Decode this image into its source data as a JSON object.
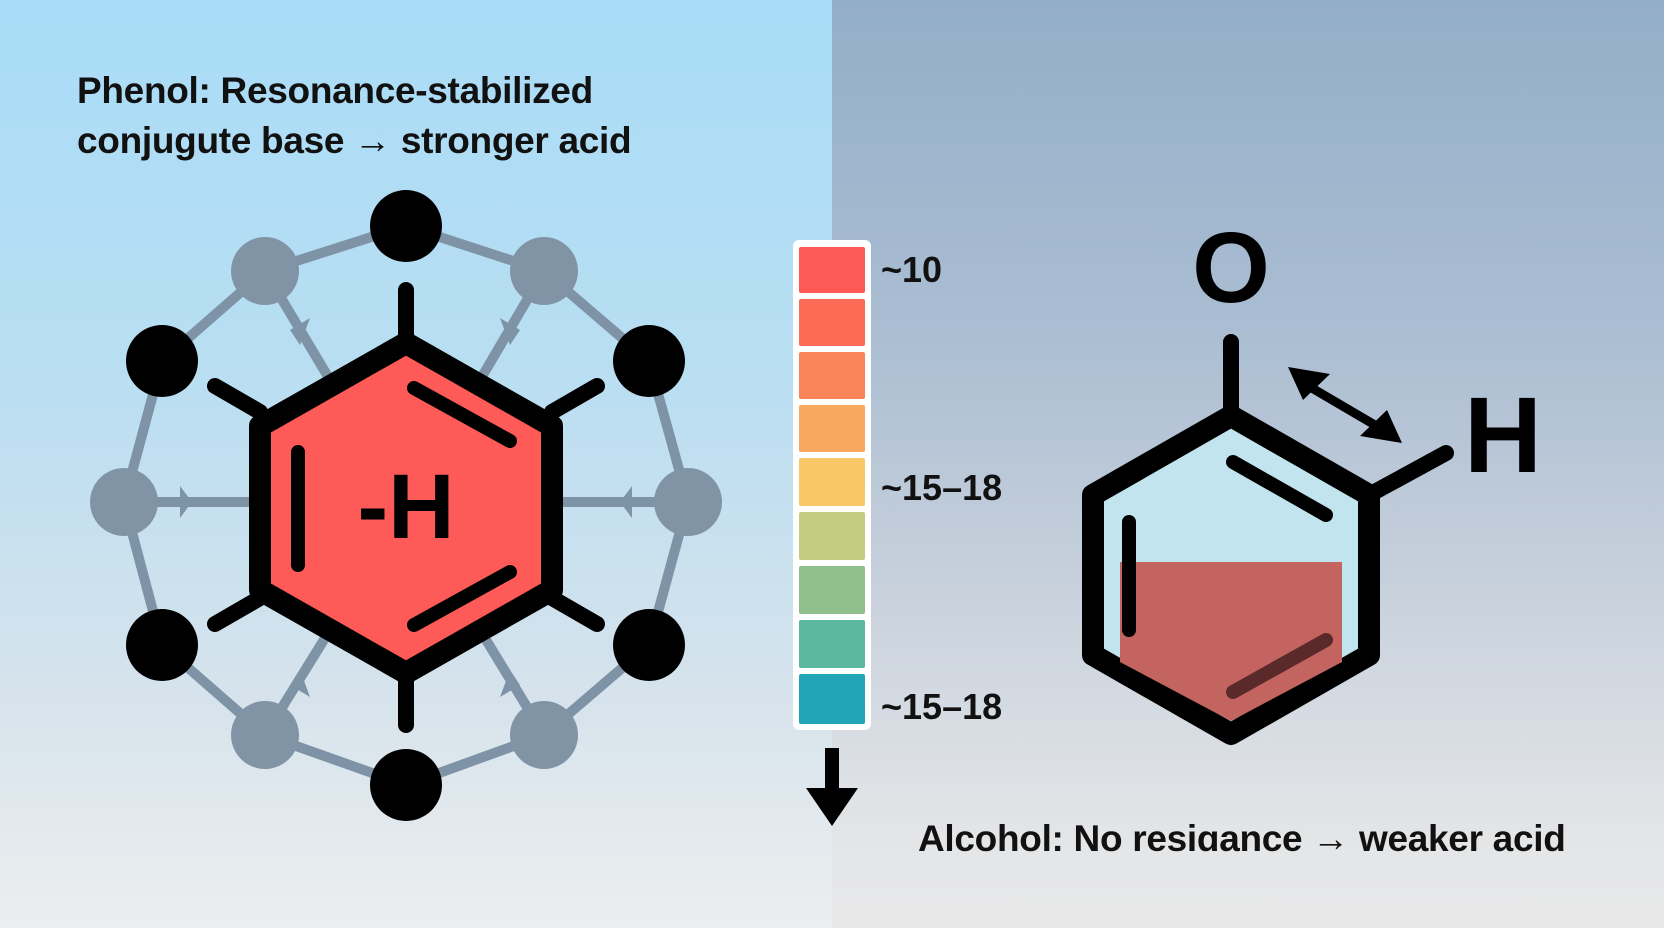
{
  "left_panel": {
    "title_line1": "Phenol: Resonance-stabilized",
    "title_line2": "conjugute base → stronger acid",
    "molecule_label": "-H",
    "background_top": "#a8dcf7",
    "ring_fill": "#fe5a57"
  },
  "acidity_scale": {
    "segments": [
      "#fd5a55",
      "#fb6b55",
      "#f9845a",
      "#f8a95f",
      "#f9c765",
      "#c3cc82",
      "#8fc08c",
      "#5cb89f",
      "#23a5b8"
    ],
    "labels": [
      {
        "text": "~10"
      },
      {
        "text": "~15–18"
      },
      {
        "text": "~15–18"
      }
    ],
    "arrow_icon": "down-arrow-icon"
  },
  "right_panel": {
    "oxygen_label": "O",
    "hydrogen_label": "H",
    "footer": "Alcohol: No resiɑance → weaker acid",
    "background_top": "#93aec9",
    "ring_fill": "#c2e4ee",
    "shade_fill": "#c46460"
  }
}
